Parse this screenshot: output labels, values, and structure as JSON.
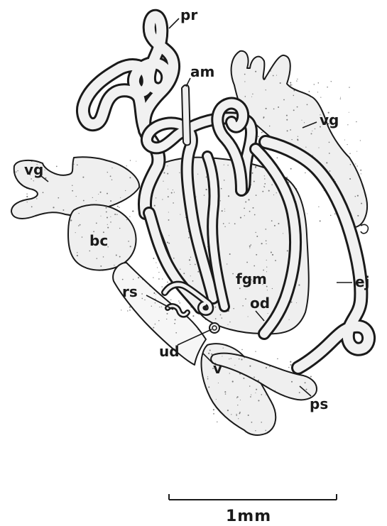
{
  "labels": {
    "pr": "pr",
    "am": "am",
    "vg_right": "vg",
    "vg_left": "vg",
    "bc": "bc",
    "fgm": "fgm",
    "ej": "ej",
    "rs": "rs",
    "od": "od",
    "ud": "ud",
    "v": "v",
    "ps": "ps"
  },
  "scale_bar": {
    "label": "1mm"
  }
}
